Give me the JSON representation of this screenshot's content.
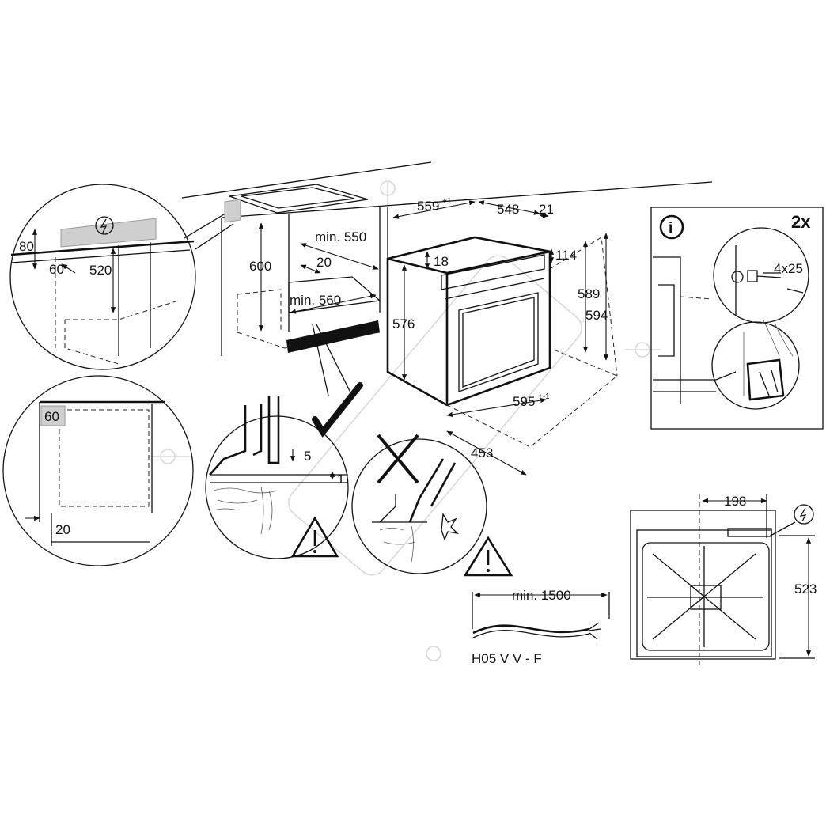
{
  "labels": {
    "d80": "80",
    "d60_side": "60",
    "d520": "520",
    "d600": "600",
    "min550": "min. 550",
    "d20_top": "20",
    "min560": "min. 560",
    "d559": "559",
    "d559_sup": "+1",
    "d548": "548",
    "d21": "21",
    "d18": "18",
    "d114": "114",
    "d576": "576",
    "d589": "589",
    "d594": "594",
    "d595": "595",
    "d595_sup": "+-1",
    "d453": "453",
    "d60_box": "60",
    "d20_bottom": "20",
    "d5": "5",
    "d1": "1",
    "min1500": "min. 1500",
    "cable": "H05 V V - F",
    "d4x25": "4x25",
    "qty": "2x",
    "info": "i",
    "d198": "198",
    "d523": "523"
  },
  "icons": {
    "check": "check-mark-icon",
    "cross": "cross-mark-icon",
    "warning": "warning-triangle-icon",
    "electric": "electric-hazard-icon",
    "info": "info-circle-icon",
    "spark": "spark-icon"
  },
  "colors": {
    "line": "#111111",
    "highlight": "#cfcfcf",
    "watermark": "#d9d9d9"
  }
}
